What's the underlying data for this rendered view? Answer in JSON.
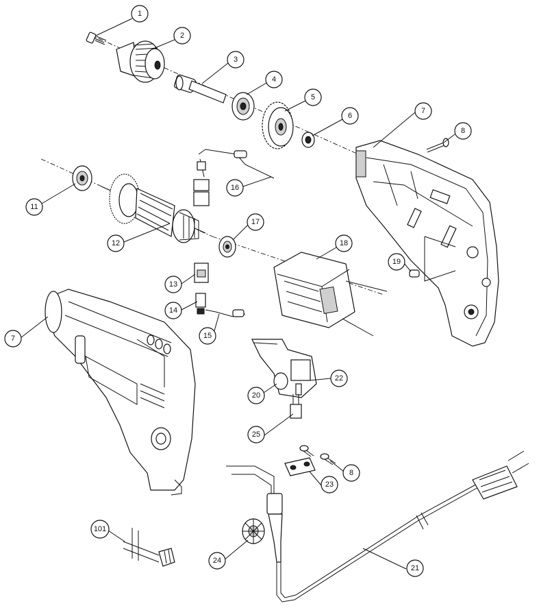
{
  "diagram": {
    "callouts": [
      {
        "id": "c1",
        "label": "1"
      },
      {
        "id": "c2",
        "label": "2"
      },
      {
        "id": "c3",
        "label": "3"
      },
      {
        "id": "c4",
        "label": "4"
      },
      {
        "id": "c5",
        "label": "5"
      },
      {
        "id": "c6",
        "label": "6"
      },
      {
        "id": "c7a",
        "label": "7"
      },
      {
        "id": "c8a",
        "label": "8"
      },
      {
        "id": "c11",
        "label": "11"
      },
      {
        "id": "c16",
        "label": "16"
      },
      {
        "id": "c12",
        "label": "12"
      },
      {
        "id": "c17",
        "label": "17"
      },
      {
        "id": "c18",
        "label": "18"
      },
      {
        "id": "c19",
        "label": "19"
      },
      {
        "id": "c13",
        "label": "13"
      },
      {
        "id": "c14",
        "label": "14"
      },
      {
        "id": "c15",
        "label": "15"
      },
      {
        "id": "c7b",
        "label": "7"
      },
      {
        "id": "c20",
        "label": "20"
      },
      {
        "id": "c22",
        "label": "22"
      },
      {
        "id": "c25",
        "label": "25"
      },
      {
        "id": "c8b",
        "label": "8"
      },
      {
        "id": "c23",
        "label": "23"
      },
      {
        "id": "c101",
        "label": "101"
      },
      {
        "id": "c24",
        "label": "24"
      },
      {
        "id": "c21",
        "label": "21"
      }
    ]
  }
}
